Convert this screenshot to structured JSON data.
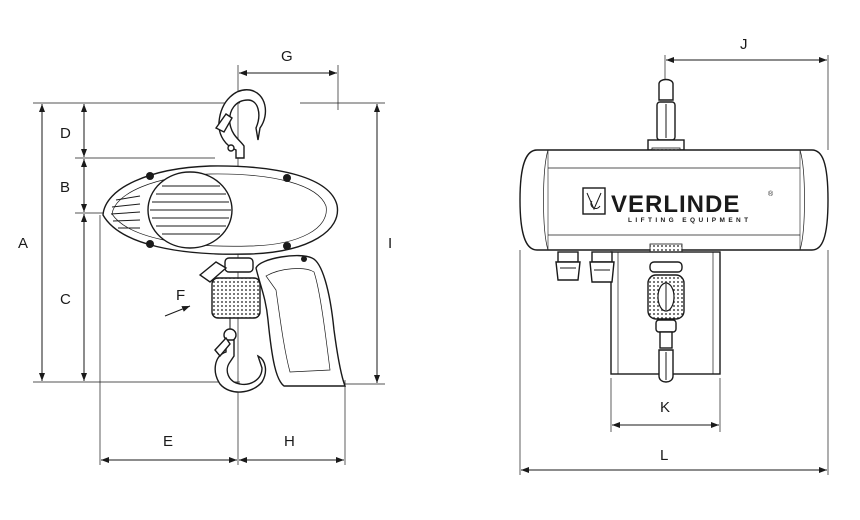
{
  "brand": {
    "name": "VERLINDE",
    "tagline": "LIFTING EQUIPMENT",
    "trademark": "®"
  },
  "dimensions": {
    "A": "A",
    "B": "B",
    "C": "C",
    "D": "D",
    "E": "E",
    "F": "F",
    "G": "G",
    "H": "H",
    "I": "I",
    "J": "J",
    "K": "K",
    "L": "L"
  }
}
